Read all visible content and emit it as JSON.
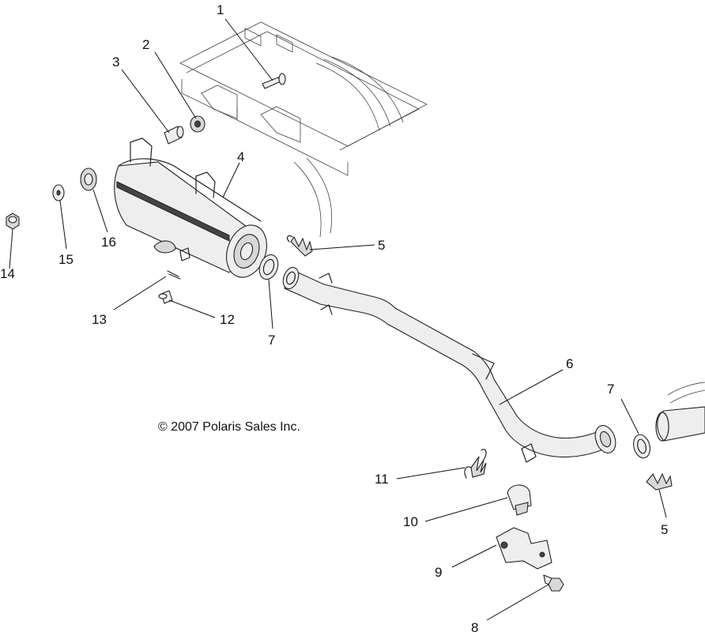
{
  "copyright": "© 2007 Polaris Sales Inc.",
  "callouts": [
    {
      "id": "c1",
      "label": "1"
    },
    {
      "id": "c2",
      "label": "2"
    },
    {
      "id": "c3",
      "label": "3"
    },
    {
      "id": "c4",
      "label": "4"
    },
    {
      "id": "c5a",
      "label": "5"
    },
    {
      "id": "c5b",
      "label": "5"
    },
    {
      "id": "c6",
      "label": "6"
    },
    {
      "id": "c7a",
      "label": "7"
    },
    {
      "id": "c7b",
      "label": "7"
    },
    {
      "id": "c8",
      "label": "8"
    },
    {
      "id": "c9",
      "label": "9"
    },
    {
      "id": "c10",
      "label": "10"
    },
    {
      "id": "c11",
      "label": "11"
    },
    {
      "id": "c12",
      "label": "12"
    },
    {
      "id": "c13",
      "label": "13"
    },
    {
      "id": "c14",
      "label": "14"
    },
    {
      "id": "c15",
      "label": "15"
    },
    {
      "id": "c16",
      "label": "16"
    }
  ]
}
